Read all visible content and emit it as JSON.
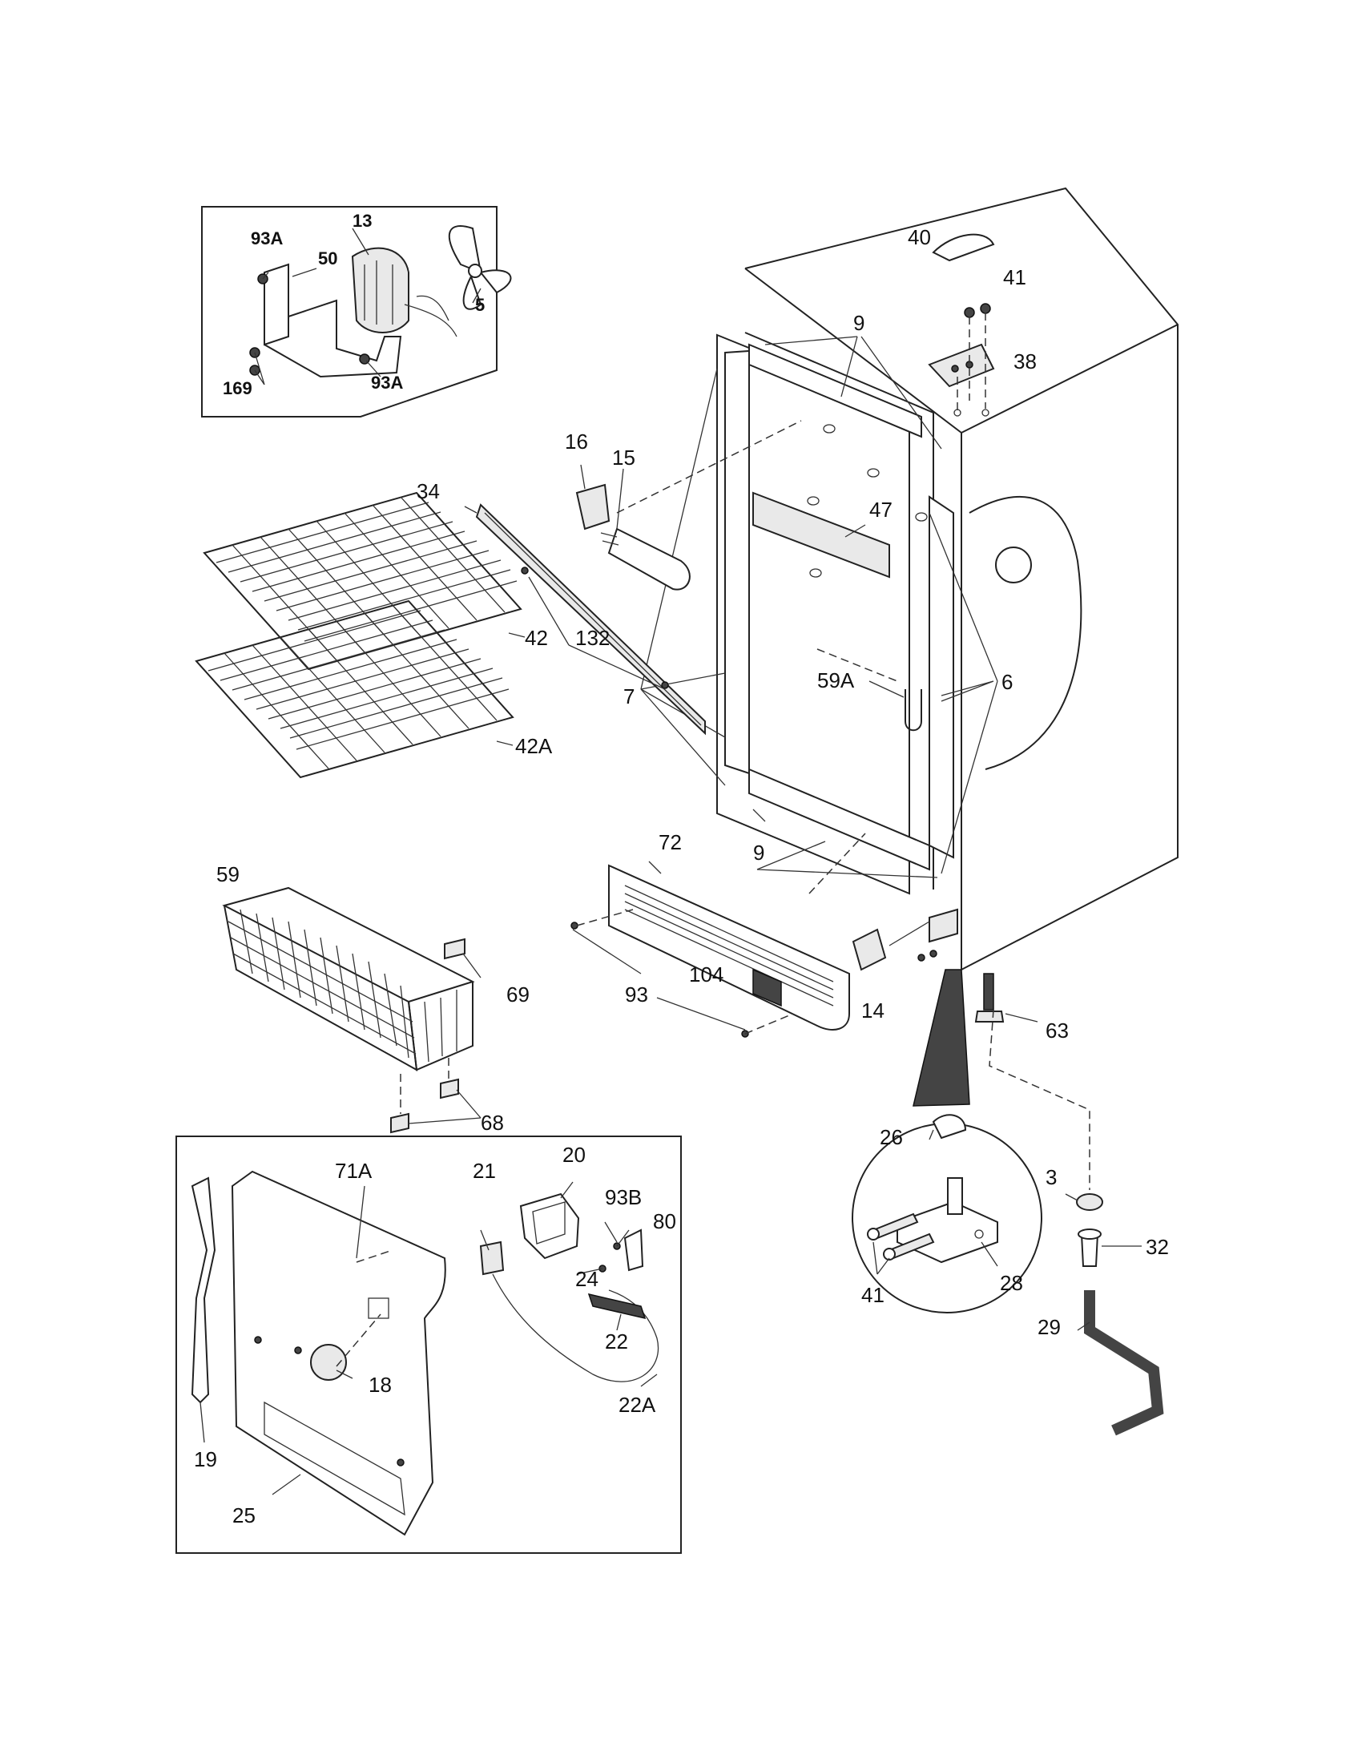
{
  "labels": [
    {
      "id": "13",
      "text": "13",
      "bold": true
    },
    {
      "id": "93A-top",
      "text": "93A",
      "bold": true
    },
    {
      "id": "50",
      "text": "50",
      "bold": true
    },
    {
      "id": "5",
      "text": "5",
      "bold": true
    },
    {
      "id": "169",
      "text": "169",
      "bold": true
    },
    {
      "id": "93A-bottom",
      "text": "93A",
      "bold": true
    },
    {
      "id": "40",
      "text": "40"
    },
    {
      "id": "41-top",
      "text": "41"
    },
    {
      "id": "38",
      "text": "38"
    },
    {
      "id": "9-top",
      "text": "9"
    },
    {
      "id": "16",
      "text": "16"
    },
    {
      "id": "15",
      "text": "15"
    },
    {
      "id": "34",
      "text": "34"
    },
    {
      "id": "47",
      "text": "47"
    },
    {
      "id": "42",
      "text": "42"
    },
    {
      "id": "132",
      "text": "132"
    },
    {
      "id": "59A",
      "text": "59A"
    },
    {
      "id": "6",
      "text": "6"
    },
    {
      "id": "7",
      "text": "7"
    },
    {
      "id": "42A",
      "text": "42A"
    },
    {
      "id": "72",
      "text": "72"
    },
    {
      "id": "9-bottom",
      "text": "9"
    },
    {
      "id": "59",
      "text": "59"
    },
    {
      "id": "69",
      "text": "69"
    },
    {
      "id": "104",
      "text": "104"
    },
    {
      "id": "93",
      "text": "93"
    },
    {
      "id": "14",
      "text": "14"
    },
    {
      "id": "63",
      "text": "63"
    },
    {
      "id": "68",
      "text": "68"
    },
    {
      "id": "20",
      "text": "20"
    },
    {
      "id": "71A",
      "text": "71A"
    },
    {
      "id": "21",
      "text": "21"
    },
    {
      "id": "93B",
      "text": "93B"
    },
    {
      "id": "80",
      "text": "80"
    },
    {
      "id": "24",
      "text": "24"
    },
    {
      "id": "22",
      "text": "22"
    },
    {
      "id": "18",
      "text": "18"
    },
    {
      "id": "22A",
      "text": "22A"
    },
    {
      "id": "19",
      "text": "19"
    },
    {
      "id": "25",
      "text": "25"
    },
    {
      "id": "26",
      "text": "26"
    },
    {
      "id": "3",
      "text": "3"
    },
    {
      "id": "32",
      "text": "32"
    },
    {
      "id": "41-bottom",
      "text": "41"
    },
    {
      "id": "28",
      "text": "28"
    },
    {
      "id": "29",
      "text": "29"
    }
  ]
}
